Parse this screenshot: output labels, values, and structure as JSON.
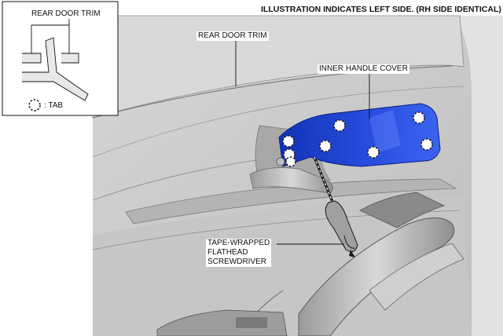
{
  "header_note": "ILLUSTRATION INDICATES LEFT SIDE. (RH SIDE IDENTICAL)",
  "inset": {
    "title": "REAR DOOR TRIM",
    "legend_label": ": TAB"
  },
  "callouts": {
    "rear_door_trim": "REAR DOOR TRIM",
    "inner_handle_cover": "INNER HANDLE COVER",
    "screwdriver": [
      "TAPE-WRAPPED",
      "FLATHEAD",
      "SCREWDRIVER"
    ]
  },
  "colors": {
    "cover_blue": "#1f3fd0",
    "trim_gray": "#c9c9c9",
    "tab_marker": "#1f3fd0"
  },
  "tab_count": 8
}
